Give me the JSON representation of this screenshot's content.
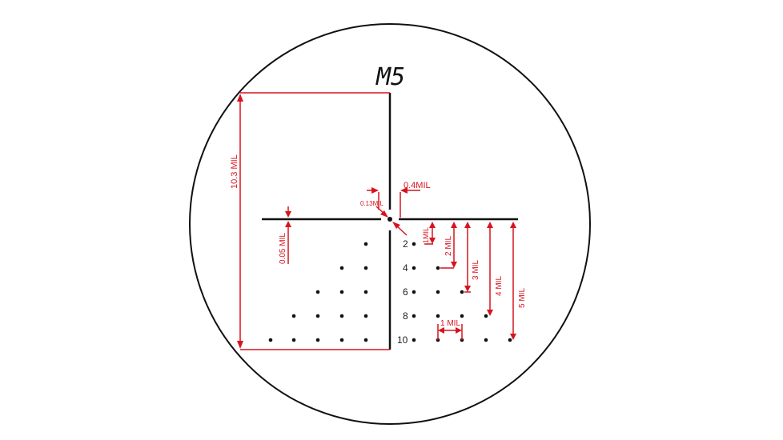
{
  "reticle": {
    "name": "M5",
    "colors": {
      "reticle": "#111111",
      "annotation": "#d7141e",
      "background": "#ffffff"
    }
  },
  "annotations": {
    "total_height": "10.3 MIL",
    "post_width": "0.4MIL",
    "center_dot": "0.13MIL",
    "line_thickness": "0.05 MIL",
    "hold_1": "1MIL",
    "hold_2": "2 MIL",
    "hold_3": "3 MIL",
    "hold_4": "4 MIL",
    "hold_5": "5 MIL",
    "dot_spacing": "1 MIL"
  },
  "row_labels": [
    "2",
    "4",
    "6",
    "8",
    "10"
  ]
}
